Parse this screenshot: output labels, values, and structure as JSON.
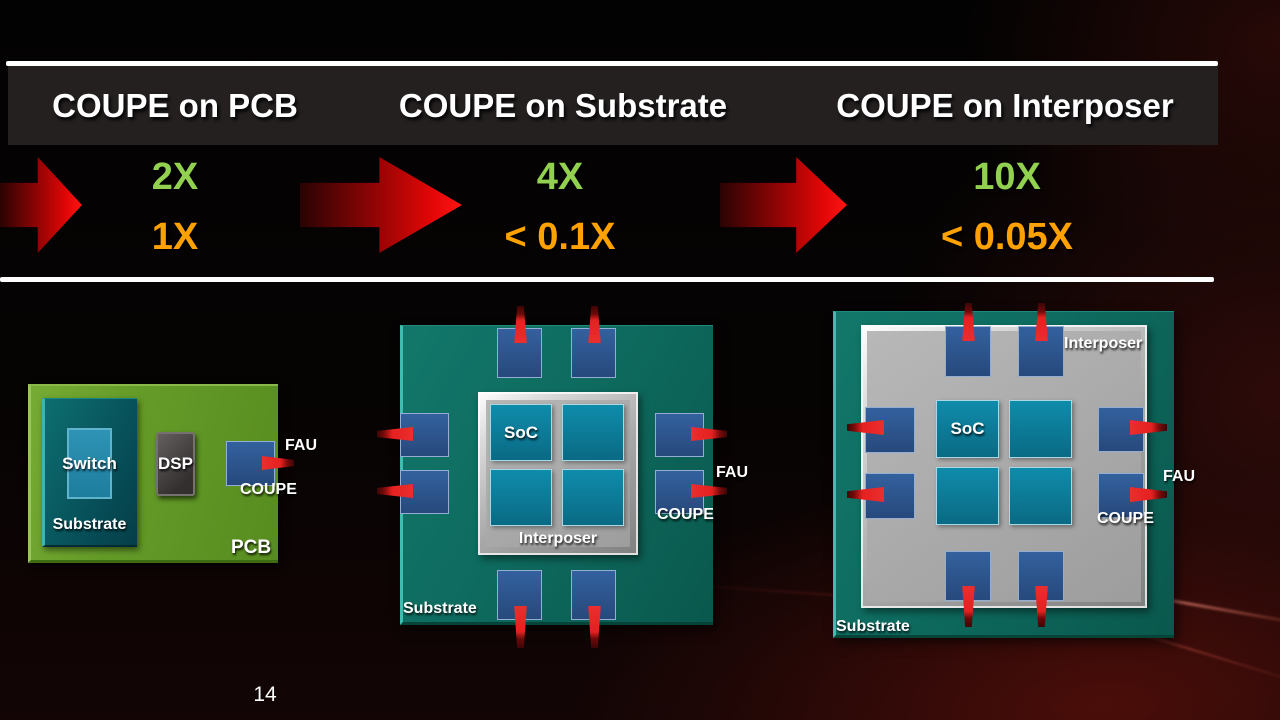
{
  "page_number": "14",
  "header": {
    "columns": [
      {
        "title": "COUPE on PCB"
      },
      {
        "title": "COUPE on Substrate"
      },
      {
        "title": "COUPE on Interposer"
      }
    ]
  },
  "metrics": [
    {
      "gain": "2X",
      "cost": "1X"
    },
    {
      "gain": "4X",
      "cost": "< 0.1X"
    },
    {
      "gain": "10X",
      "cost": "< 0.05X"
    }
  ],
  "colors": {
    "gain_green": "#92d050",
    "cost_orange": "#ffa200",
    "arrow_red": "#e60606",
    "substrate_teal": "#0e6b5f",
    "coupe_navy": "#2d5590",
    "chip_teal": "#0c82a0",
    "pcb_green": "#649b28",
    "interposer_silver": "#a8a8a8",
    "header_bar": "#242020"
  },
  "diagrams": {
    "pcb": {
      "switch_label": "Switch",
      "dsp_label": "DSP",
      "substrate_label": "Substrate",
      "board_label": "PCB",
      "fau_label": "FAU",
      "coupe_label": "COUPE"
    },
    "substrate": {
      "soc_label": "SoC",
      "interposer_label": "Interposer",
      "substrate_label": "Substrate",
      "fau_label": "FAU",
      "coupe_label": "COUPE"
    },
    "interposer": {
      "soc_label": "SoC",
      "interposer_label": "Interposer",
      "substrate_label": "Substrate",
      "fau_label": "FAU",
      "coupe_label": "COUPE"
    }
  }
}
